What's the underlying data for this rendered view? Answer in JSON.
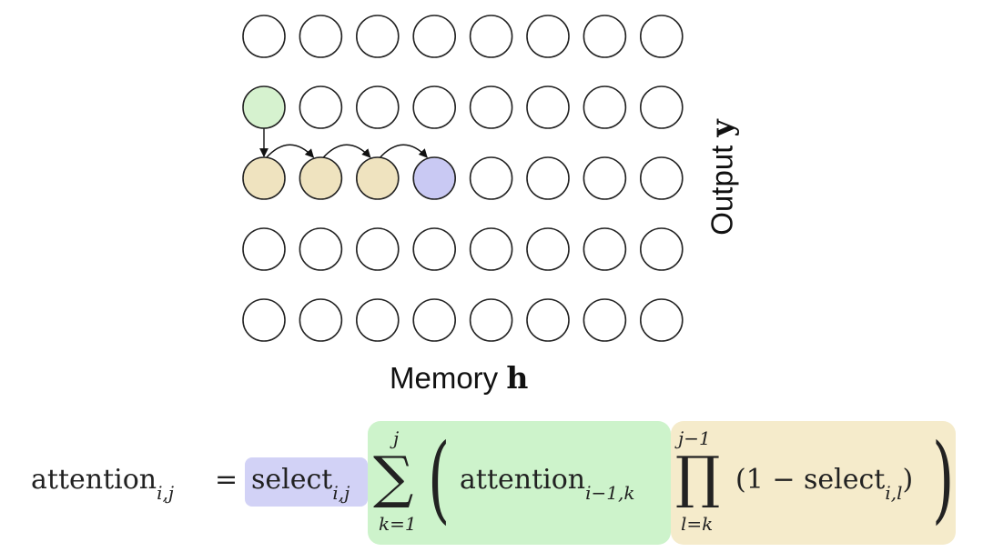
{
  "grid": {
    "rows": 5,
    "cols": 8,
    "colors": {
      "empty": "#ffffff",
      "stroke": "#222222",
      "output_highlight": "#d6f2cf",
      "memory_scanned": "#efe3bf",
      "memory_selected": "#c9c9f3"
    },
    "highlights": [
      {
        "row": 1,
        "col": 0,
        "kind": "output_highlight"
      },
      {
        "row": 2,
        "col": 0,
        "kind": "memory_scanned"
      },
      {
        "row": 2,
        "col": 1,
        "kind": "memory_scanned"
      },
      {
        "row": 2,
        "col": 2,
        "kind": "memory_scanned"
      },
      {
        "row": 2,
        "col": 3,
        "kind": "memory_selected"
      }
    ],
    "arrows": [
      {
        "from": [
          1,
          0
        ],
        "to": [
          2,
          0
        ],
        "style": "down"
      },
      {
        "from": [
          2,
          0
        ],
        "to": [
          2,
          1
        ],
        "style": "arc"
      },
      {
        "from": [
          2,
          1
        ],
        "to": [
          2,
          2
        ],
        "style": "arc"
      },
      {
        "from": [
          2,
          2
        ],
        "to": [
          2,
          3
        ],
        "style": "arc"
      }
    ]
  },
  "labels": {
    "memory_text": "Memory ",
    "memory_symbol": "h",
    "output_text": "Output ",
    "output_symbol": "y"
  },
  "formula": {
    "lhs": "attention",
    "lhs_sub": "i,j",
    "equals": "=",
    "select": "select",
    "select_sub": "i,j",
    "sum_upper": "j",
    "sum_lower": "k=1",
    "inner_attention": "attention",
    "inner_attention_sub": "i−1,k",
    "prod_upper": "j−1",
    "prod_lower": "l=k",
    "factor_open": "(1 − select",
    "factor_sub": "i,l",
    "factor_close": ")",
    "colors": {
      "select_bg": "#d2d2f6",
      "sum_bg": "#cdf3cb",
      "prod_bg": "#f5ebcb"
    }
  }
}
